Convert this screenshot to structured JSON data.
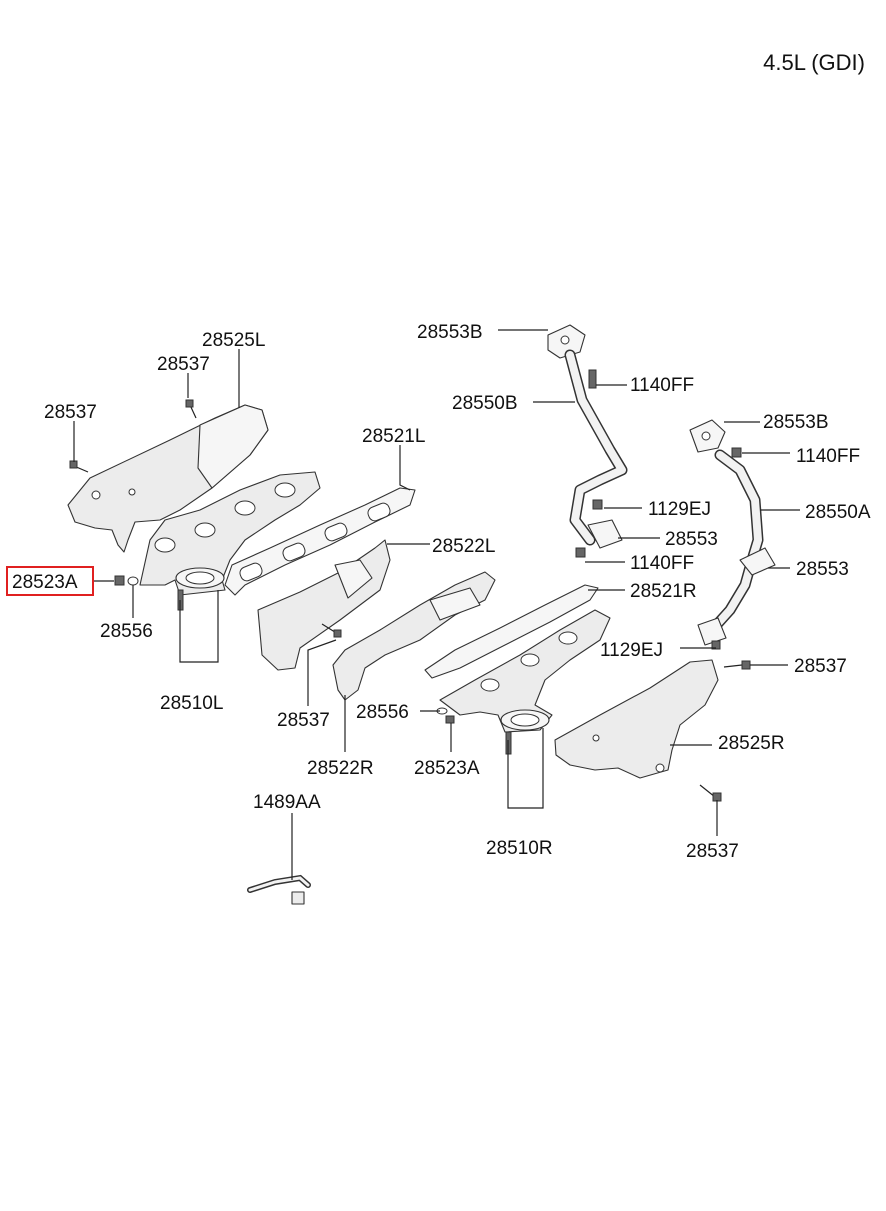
{
  "title": "4.5L (GDI)",
  "highlight_color": "#e02020",
  "parts": {
    "p28553B_top": "28553B",
    "p1140FF_a": "1140FF",
    "p28550B": "28550B",
    "p28553B_right": "28553B",
    "p1140FF_b": "1140FF",
    "p28525L": "28525L",
    "p28537_a": "28537",
    "p28537_b": "28537",
    "p28521L": "28521L",
    "p1129EJ_a": "1129EJ",
    "p28550A": "28550A",
    "p28553_a": "28553",
    "p28522L": "28522L",
    "p1140FF_c": "1140FF",
    "p28553_b": "28553",
    "p28523A_sel": "28523A",
    "p28521R": "28521R",
    "p28556_a": "28556",
    "p1129EJ_b": "1129EJ",
    "p28537_c": "28537",
    "p28510L": "28510L",
    "p28556_b": "28556",
    "p28537_d": "28537",
    "p28525R": "28525R",
    "p28522R": "28522R",
    "p28523A_b": "28523A",
    "p1489AA": "1489AA",
    "p28510R": "28510R",
    "p28537_e": "28537"
  }
}
